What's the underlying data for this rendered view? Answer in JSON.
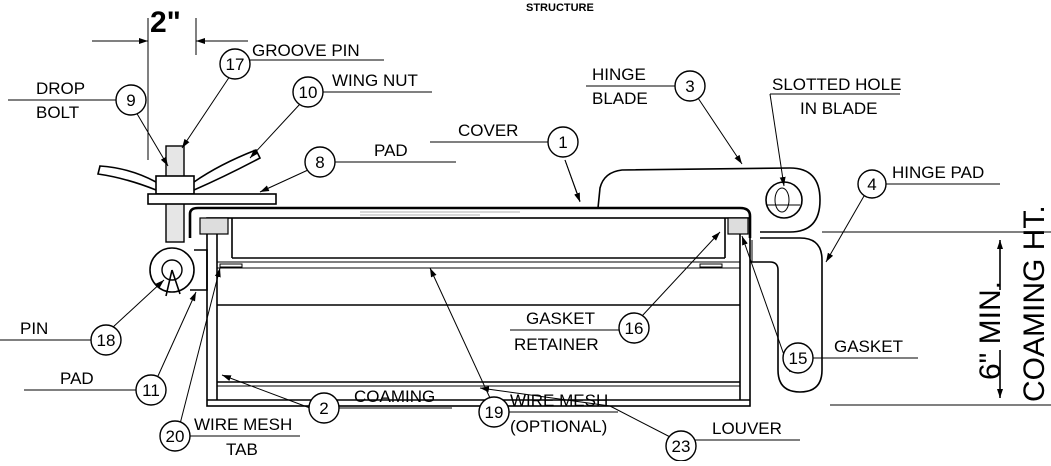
{
  "caption": "STRUCTURE",
  "dimension_width": "2\"",
  "dimension_height_min": "6\" MIN.",
  "dimension_height_label": "COAMING HT.",
  "callouts": [
    {
      "id": "c1",
      "number": "1",
      "line1": "COVER",
      "line2": ""
    },
    {
      "id": "c2",
      "number": "2",
      "line1": "COAMING",
      "line2": ""
    },
    {
      "id": "c3",
      "number": "3",
      "line1": "HINGE",
      "line2": "BLADE"
    },
    {
      "id": "c4",
      "number": "4",
      "line1": "HINGE PAD",
      "line2": ""
    },
    {
      "id": "c8",
      "number": "8",
      "line1": "PAD",
      "line2": ""
    },
    {
      "id": "c9",
      "number": "9",
      "line1": "DROP",
      "line2": "BOLT"
    },
    {
      "id": "c10",
      "number": "10",
      "line1": "WING NUT",
      "line2": ""
    },
    {
      "id": "c11",
      "number": "11",
      "line1": "PAD",
      "line2": ""
    },
    {
      "id": "c15",
      "number": "15",
      "line1": "GASKET",
      "line2": ""
    },
    {
      "id": "c16",
      "number": "16",
      "line1": "GASKET",
      "line2": "RETAINER"
    },
    {
      "id": "c17",
      "number": "17",
      "line1": "GROOVE PIN",
      "line2": ""
    },
    {
      "id": "c18",
      "number": "18",
      "line1": "PIN",
      "line2": ""
    },
    {
      "id": "c19",
      "number": "19",
      "line1": "WIRE MESH",
      "line2": "(OPTIONAL)"
    },
    {
      "id": "c20",
      "number": "20",
      "line1": "WIRE MESH",
      "line2": "TAB"
    },
    {
      "id": "c23",
      "number": "23",
      "line1": "LOUVER",
      "line2": ""
    },
    {
      "id": "cs",
      "number": "",
      "line1": "SLOTTED HOLE",
      "line2": "IN BLADE"
    }
  ]
}
